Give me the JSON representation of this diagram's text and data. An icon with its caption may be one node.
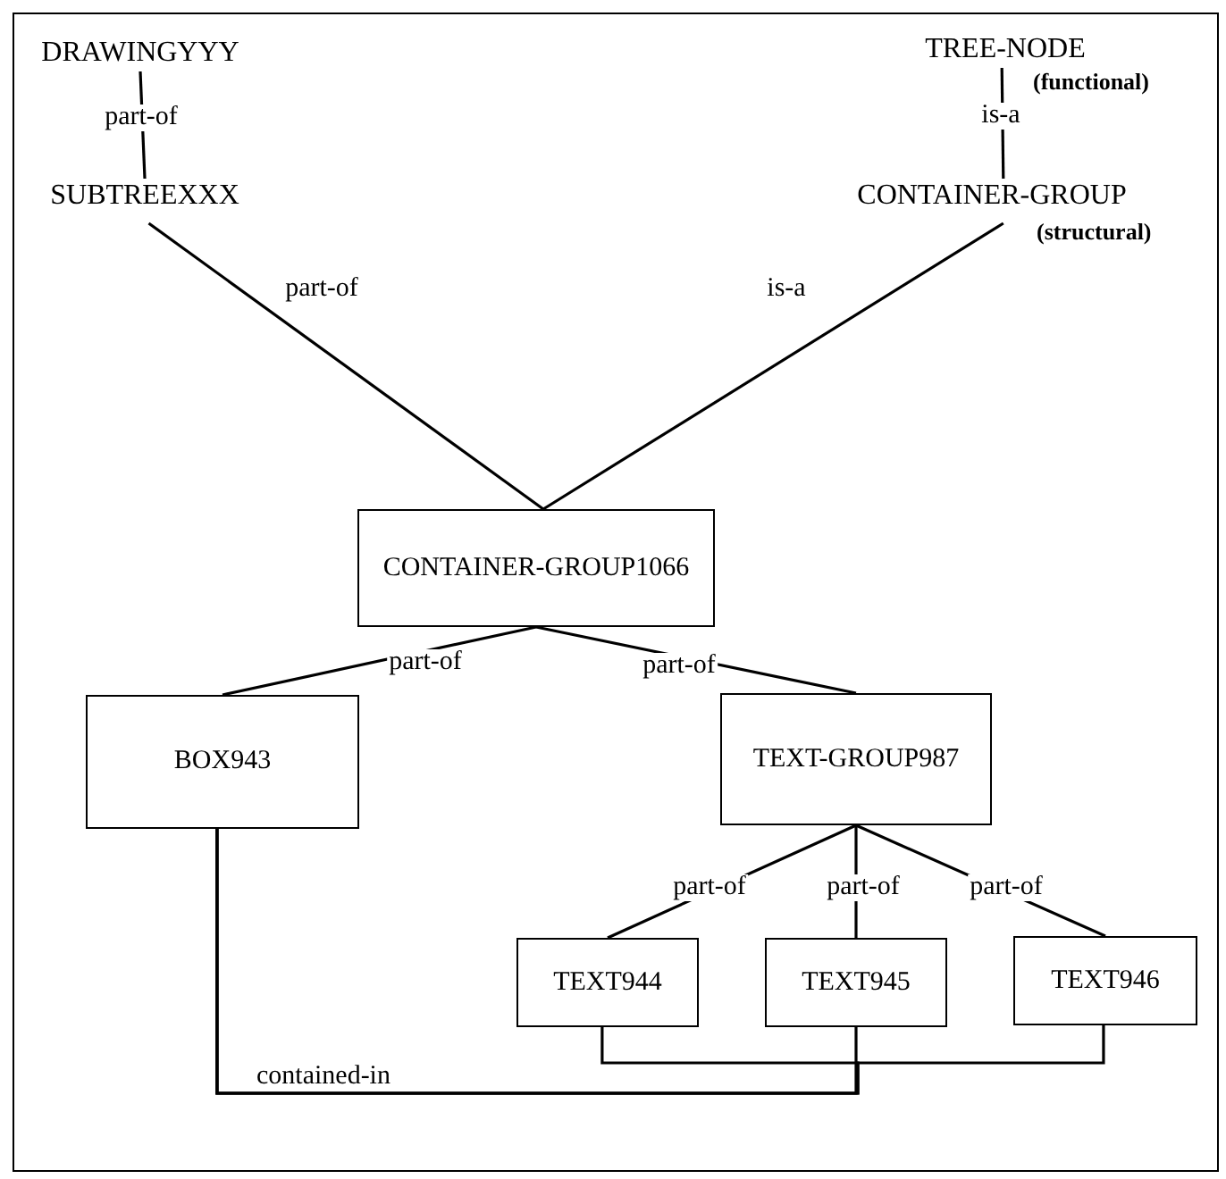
{
  "diagram": {
    "nodes": [
      {
        "text": [
          "DRAWINGYYY"
        ]
      },
      {
        "text": [
          "SUBTREEXXX"
        ]
      },
      {
        "text": [
          "TREE-NODE"
        ],
        "beside": [
          "(functional)"
        ]
      },
      {
        "text": [
          "CONTAINER-GROUP"
        ],
        "beside": [
          "(structural)"
        ]
      },
      {
        "text": [
          "CONTAINER-GROUP1066"
        ]
      },
      {
        "text": [
          "BOX943"
        ]
      },
      {
        "text": [
          "TEXT-GROUP987"
        ]
      },
      {
        "text": [
          "TEXT944"
        ]
      },
      {
        "text": [
          "TEXT945"
        ]
      },
      {
        "text": [
          "TEXT946"
        ]
      }
    ],
    "edges": [
      {
        "from": 0,
        "to": 1,
        "arrow": "none",
        "label": "part-of"
      },
      {
        "from": 2,
        "to": 3,
        "arrow": "none",
        "label": "is-a"
      },
      {
        "from": 1,
        "to": 4,
        "arrow": "none",
        "label": "part-of"
      },
      {
        "from": 3,
        "to": 4,
        "arrow": "none",
        "label": "is-a"
      },
      {
        "from": 4,
        "to": 5,
        "arrow": "none",
        "label": "part-of"
      },
      {
        "from": 4,
        "to": 6,
        "arrow": "none",
        "label": "part-of"
      },
      {
        "from": 6,
        "to": 7,
        "arrow": "none",
        "label": "part-of"
      },
      {
        "from": 6,
        "to": 8,
        "arrow": "none",
        "label": "part-of"
      },
      {
        "from": 6,
        "to": 9,
        "arrow": "none",
        "label": "part-of"
      },
      {
        "from": 5,
        "to": 7,
        "arrow": "none"
      },
      {
        "from": 5,
        "to": 8,
        "arrow": "none",
        "label": "contained-in"
      },
      {
        "from": 5,
        "to": 9,
        "arrow": "none"
      }
    ]
  }
}
